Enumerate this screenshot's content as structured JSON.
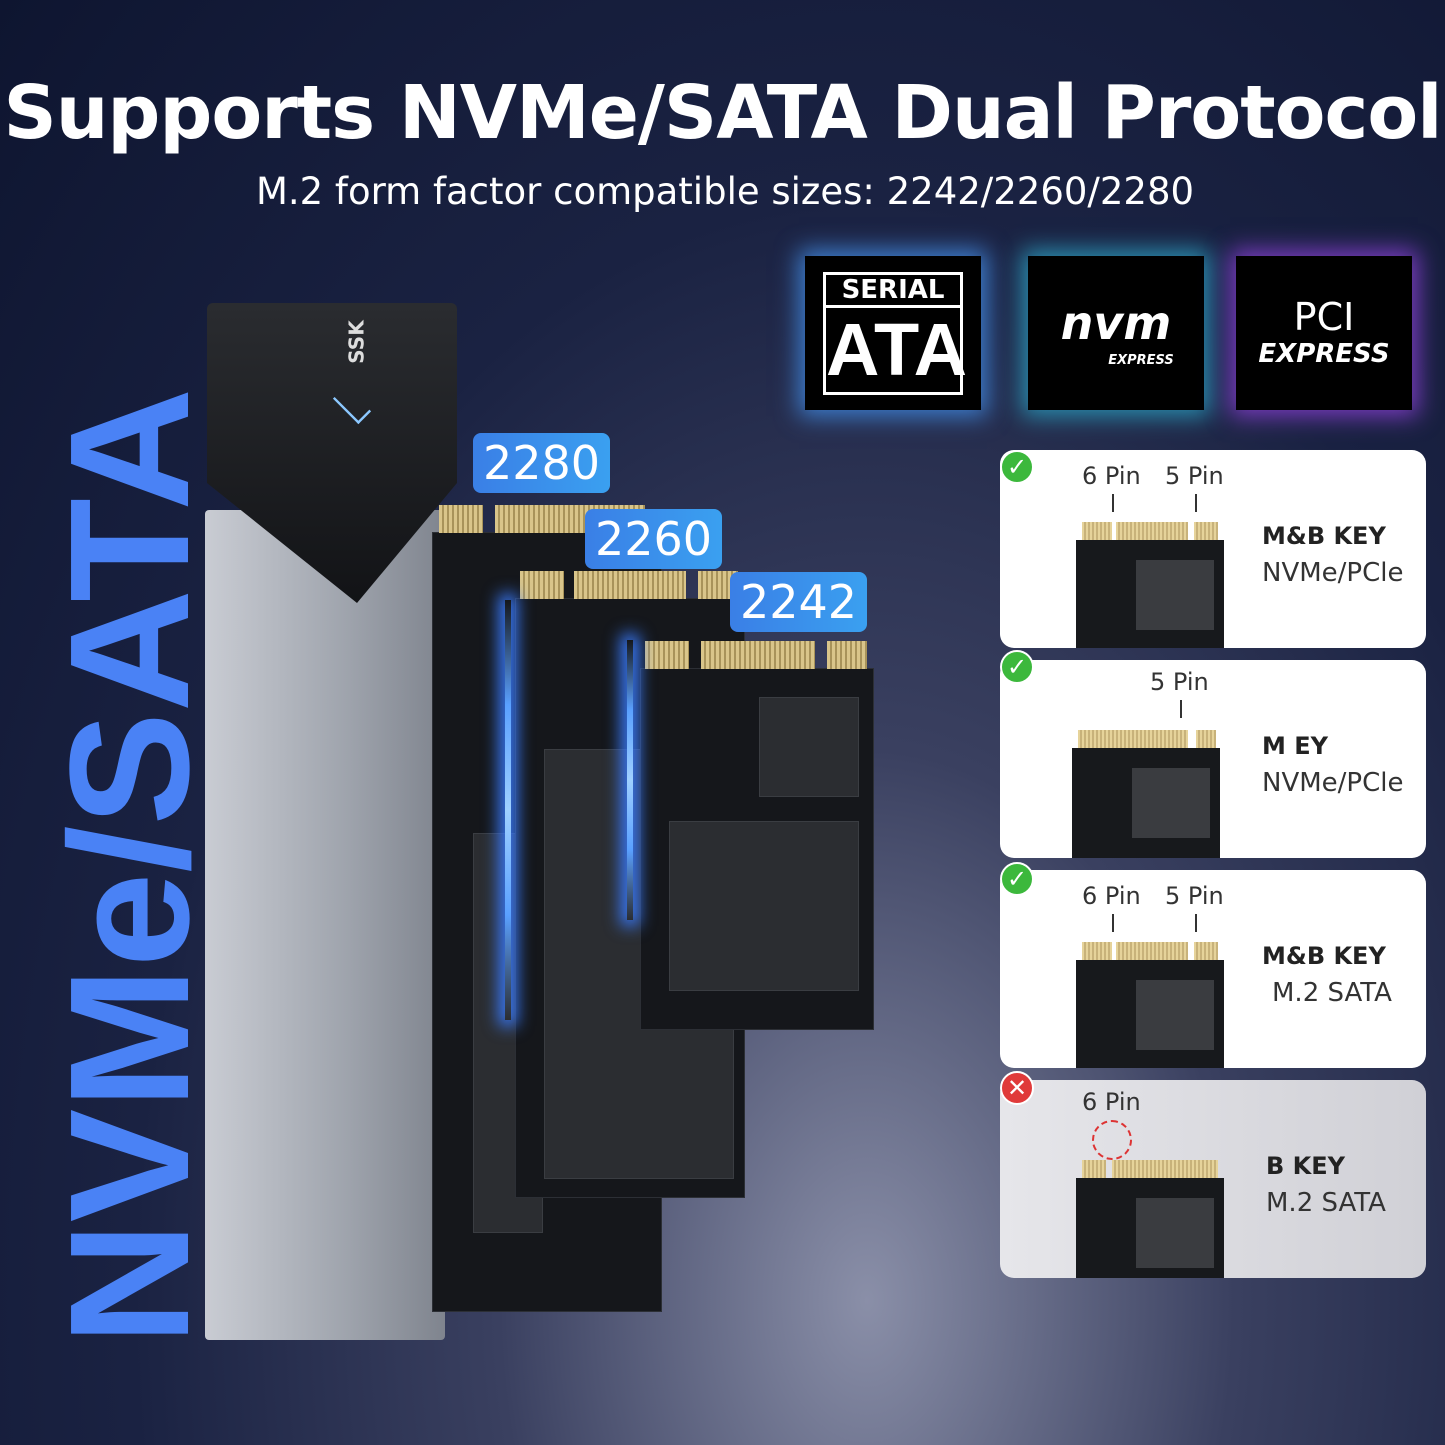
{
  "header": {
    "title": "Supports NVMe/SATA Dual Protocol",
    "subtitle": "M.2 form factor compatible sizes: 2242/2260/2280"
  },
  "logos": {
    "sata_top": "SERIAL",
    "sata_main": "ATA",
    "nvm_main": "nvm",
    "nvm_sub": "EXPRESS",
    "pci_main": "PCI",
    "pci_sub": "EXPRESS"
  },
  "vertical_text": "NVMe/SATA",
  "product": {
    "brand": "SSK"
  },
  "sizes": [
    "2280",
    "2260",
    "2242"
  ],
  "colors": {
    "accent_blue": "#3a7fe6",
    "ok": "#3cb83c",
    "bad": "#e03a3a"
  },
  "cards": [
    {
      "status": "supported",
      "pins": [
        "6 Pin",
        "5 Pin"
      ],
      "key": "M&B KEY",
      "protocol": "NVMe/PCle"
    },
    {
      "status": "supported",
      "pins": [
        "5 Pin"
      ],
      "key": "M EY",
      "protocol": "NVMe/PCle"
    },
    {
      "status": "supported",
      "pins": [
        "6 Pin",
        "5 Pin"
      ],
      "key": "M&B KEY",
      "protocol": "M.2 SATA"
    },
    {
      "status": "unsupported",
      "pins": [
        "6 Pin"
      ],
      "key": "B KEY",
      "protocol": "M.2 SATA"
    }
  ]
}
